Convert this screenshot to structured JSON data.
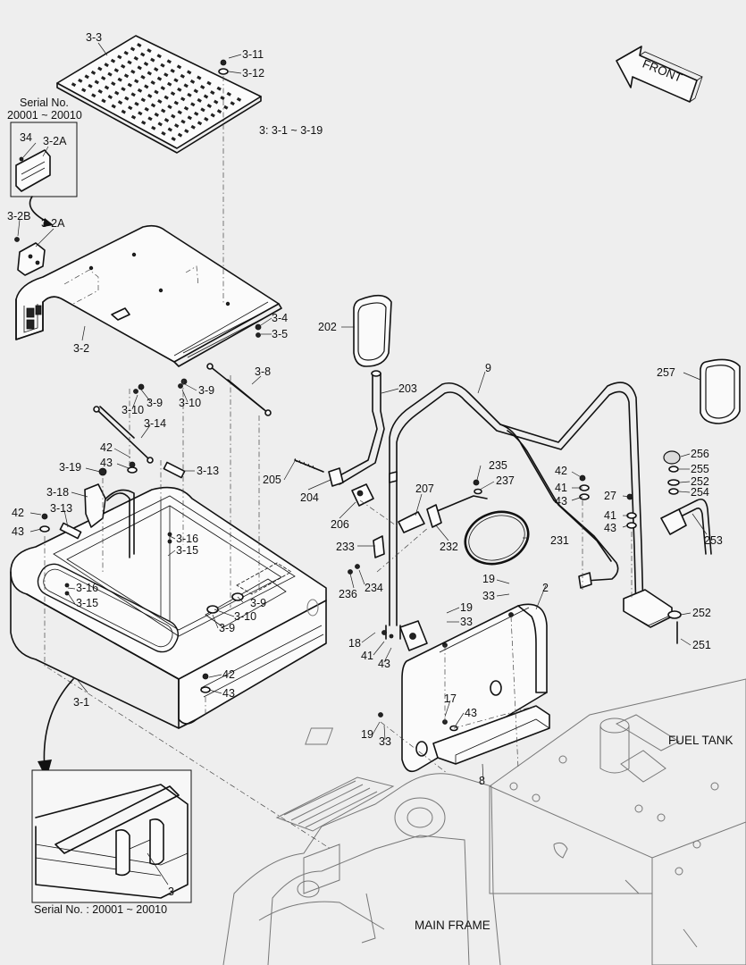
{
  "diagram": {
    "group_note": "3: 3-1 ~ 3-19",
    "front_label": "FRONT",
    "fuel_tank_label": "FUEL TANK",
    "main_frame_label": "MAIN FRAME",
    "serial_top_line1": "Serial No.",
    "serial_top_line2": "20001 ~ 20010",
    "serial_bottom": "Serial No. : 20001 ~ 20010",
    "callouts": [
      {
        "id": "c-3-3",
        "text": "3-3"
      },
      {
        "id": "c-3-11",
        "text": "3-11"
      },
      {
        "id": "c-3-12",
        "text": "3-12"
      },
      {
        "id": "c-34",
        "text": "34"
      },
      {
        "id": "c-3-2a-top",
        "text": "3-2A"
      },
      {
        "id": "c-3-2b",
        "text": "3-2B"
      },
      {
        "id": "c-3-2a",
        "text": "3-2A"
      },
      {
        "id": "c-3-2",
        "text": "3-2"
      },
      {
        "id": "c-3-4",
        "text": "3-4"
      },
      {
        "id": "c-3-5",
        "text": "3-5"
      },
      {
        "id": "c-3-8",
        "text": "3-8"
      },
      {
        "id": "c-3-9-a",
        "text": "3-9"
      },
      {
        "id": "c-3-10-a",
        "text": "3-10"
      },
      {
        "id": "c-3-9-b",
        "text": "3-9"
      },
      {
        "id": "c-3-10-b",
        "text": "3-10"
      },
      {
        "id": "c-3-14",
        "text": "3-14"
      },
      {
        "id": "c-42-a",
        "text": "42"
      },
      {
        "id": "c-43-a",
        "text": "43"
      },
      {
        "id": "c-3-19",
        "text": "3-19"
      },
      {
        "id": "c-3-13-a",
        "text": "3-13"
      },
      {
        "id": "c-3-18",
        "text": "3-18"
      },
      {
        "id": "c-42-b",
        "text": "42"
      },
      {
        "id": "c-3-13-b",
        "text": "3-13"
      },
      {
        "id": "c-43-b",
        "text": "43"
      },
      {
        "id": "c-3-16-a",
        "text": "3-16"
      },
      {
        "id": "c-3-15-a",
        "text": "3-15"
      },
      {
        "id": "c-3-16-b",
        "text": "3-16"
      },
      {
        "id": "c-3-15-b",
        "text": "3-15"
      },
      {
        "id": "c-3-9-c",
        "text": "3-9"
      },
      {
        "id": "c-3-10-c",
        "text": "3-10"
      },
      {
        "id": "c-3-9-d",
        "text": "3-9"
      },
      {
        "id": "c-42-c",
        "text": "42"
      },
      {
        "id": "c-43-c",
        "text": "43"
      },
      {
        "id": "c-3-1",
        "text": "3-1"
      },
      {
        "id": "c-3",
        "text": "3"
      },
      {
        "id": "c-202",
        "text": "202"
      },
      {
        "id": "c-203",
        "text": "203"
      },
      {
        "id": "c-9",
        "text": "9"
      },
      {
        "id": "c-205",
        "text": "205"
      },
      {
        "id": "c-204",
        "text": "204"
      },
      {
        "id": "c-206",
        "text": "206"
      },
      {
        "id": "c-207",
        "text": "207"
      },
      {
        "id": "c-235",
        "text": "235"
      },
      {
        "id": "c-237",
        "text": "237"
      },
      {
        "id": "c-232",
        "text": "232"
      },
      {
        "id": "c-231",
        "text": "231"
      },
      {
        "id": "c-233",
        "text": "233"
      },
      {
        "id": "c-236",
        "text": "236"
      },
      {
        "id": "c-234",
        "text": "234"
      },
      {
        "id": "c-42-d",
        "text": "42"
      },
      {
        "id": "c-41-a",
        "text": "41"
      },
      {
        "id": "c-43-d",
        "text": "43"
      },
      {
        "id": "c-257",
        "text": "257"
      },
      {
        "id": "c-256",
        "text": "256"
      },
      {
        "id": "c-255",
        "text": "255"
      },
      {
        "id": "c-252-a",
        "text": "252"
      },
      {
        "id": "c-254",
        "text": "254"
      },
      {
        "id": "c-27",
        "text": "27"
      },
      {
        "id": "c-41-b",
        "text": "41"
      },
      {
        "id": "c-43-e",
        "text": "43"
      },
      {
        "id": "c-253",
        "text": "253"
      },
      {
        "id": "c-19-a",
        "text": "19"
      },
      {
        "id": "c-33-a",
        "text": "33"
      },
      {
        "id": "c-2",
        "text": "2"
      },
      {
        "id": "c-19-b",
        "text": "19"
      },
      {
        "id": "c-33-b",
        "text": "33"
      },
      {
        "id": "c-252-b",
        "text": "252"
      },
      {
        "id": "c-251",
        "text": "251"
      },
      {
        "id": "c-18",
        "text": "18"
      },
      {
        "id": "c-41-c",
        "text": "41"
      },
      {
        "id": "c-43-f",
        "text": "43"
      },
      {
        "id": "c-17",
        "text": "17"
      },
      {
        "id": "c-43-g",
        "text": "43"
      },
      {
        "id": "c-19-c",
        "text": "19"
      },
      {
        "id": "c-33-c",
        "text": "33"
      },
      {
        "id": "c-8",
        "text": "8"
      }
    ]
  }
}
